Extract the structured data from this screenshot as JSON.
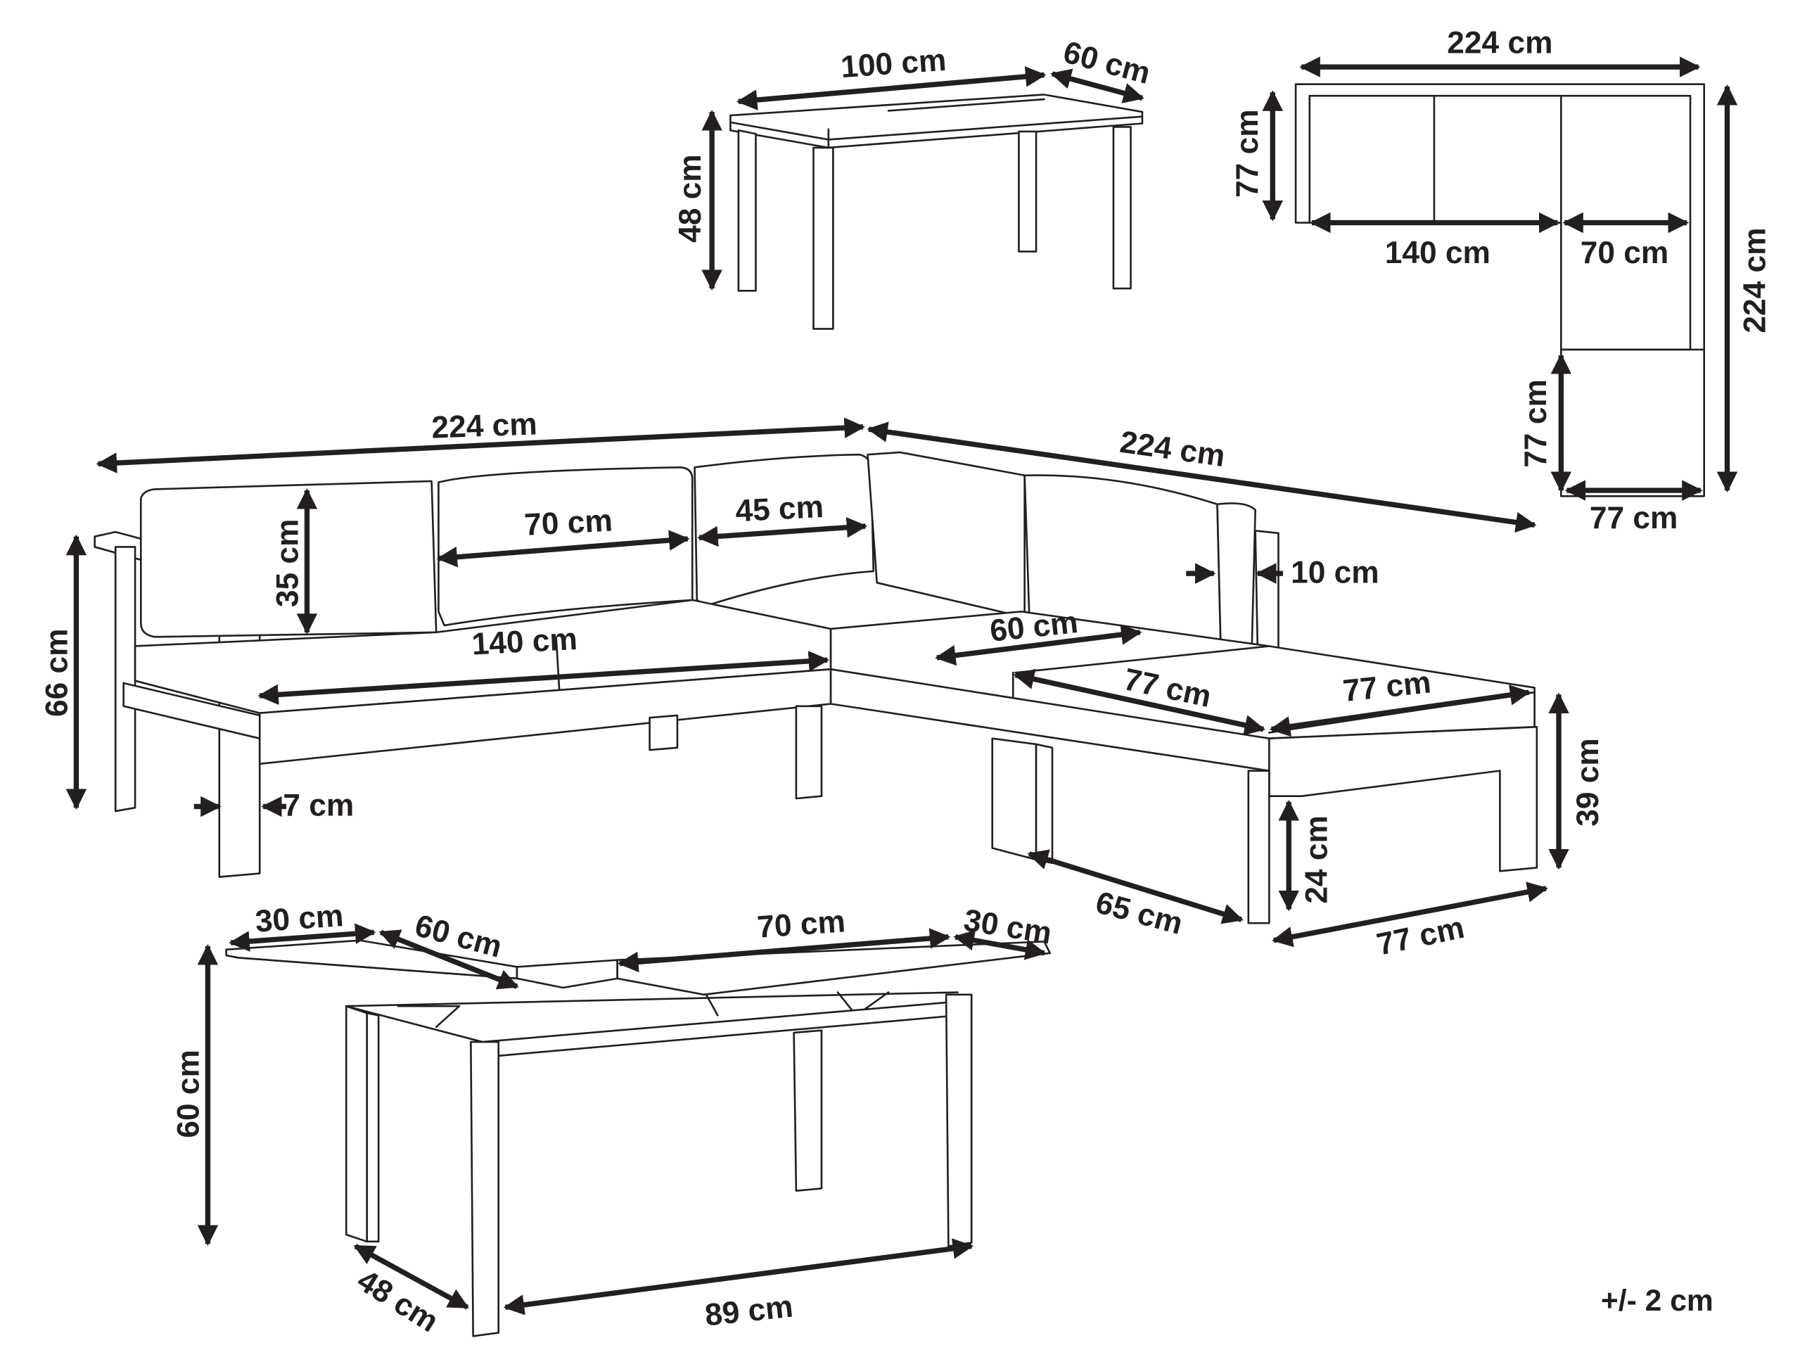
{
  "diagram": {
    "type": "furniture-dimension-drawing",
    "line_color": "#231f20",
    "background": "#ffffff",
    "tolerance_note": "+/- 2 cm",
    "side_table": {
      "width": "100 cm",
      "depth": "60 cm",
      "height": "48 cm"
    },
    "top_plan": {
      "total_width": "224 cm",
      "total_depth": "224 cm",
      "seat_depth_top": "77 cm",
      "sofa_section": "140 cm",
      "corner_section": "70 cm",
      "chaise_depth": "77 cm",
      "chaise_width": "77 cm"
    },
    "sofa": {
      "length_left": "224 cm",
      "length_right": "224 cm",
      "back_cushion_height": "35 cm",
      "back_cushion_width": "70 cm",
      "corner_cushion_width": "45 cm",
      "seat_width": "140 cm",
      "total_height": "66 cm",
      "arm_width": "7 cm",
      "back_thickness": "10 cm",
      "corner_seat_depth": "60 cm",
      "chaise_seat_depth": "77 cm",
      "chaise_seat_width": "77 cm",
      "seat_height": "39 cm",
      "leg_clearance": "24 cm",
      "chaise_side": "65 cm",
      "chaise_front": "77 cm"
    },
    "lift_table": {
      "top_left_extension": "30 cm",
      "top_left_panel": "60 cm",
      "top_middle_panel": "70 cm",
      "top_right_extension": "30 cm",
      "height": "60 cm",
      "depth": "48 cm",
      "length": "89 cm"
    }
  }
}
